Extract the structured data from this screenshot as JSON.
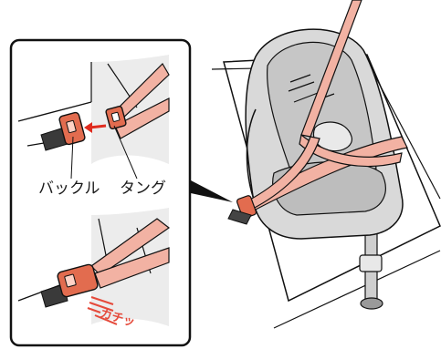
{
  "callout": {
    "buckle_label": "バックル",
    "tongue_label": "タング",
    "click_sound": "カチッ"
  },
  "colors": {
    "belt": "#f2b2a3",
    "belt_dark": "#e07a5f",
    "buckle": "#e26c4f",
    "outline": "#111111",
    "shade": "#d6d6d6",
    "arrow": "#e02b1e"
  },
  "icons": [
    "car-seat-illustration",
    "seat-belt",
    "belt-buckle",
    "belt-tongue",
    "insert-arrow",
    "click-lines"
  ]
}
